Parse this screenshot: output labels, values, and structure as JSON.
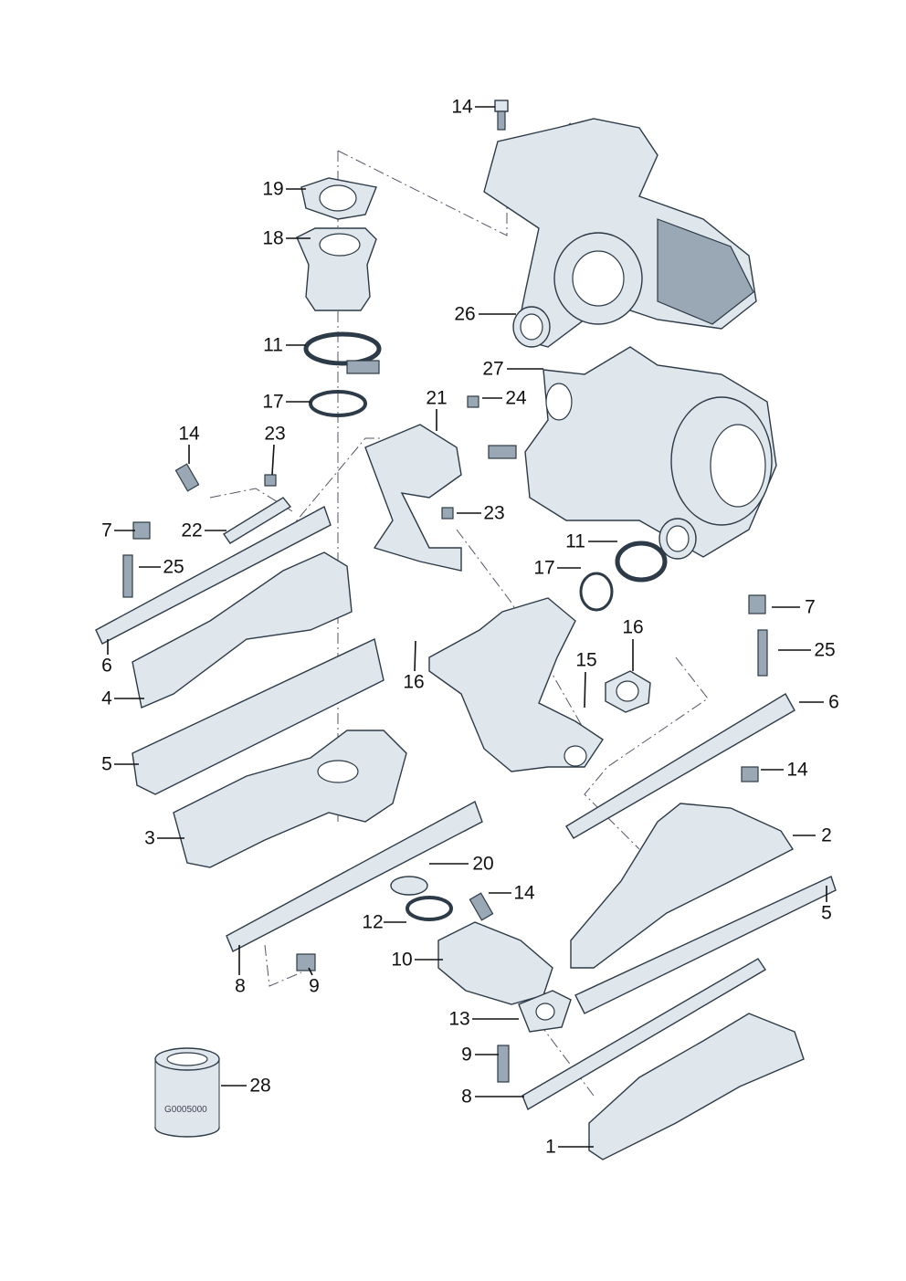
{
  "diagram": {
    "callouts": [
      "14",
      "19",
      "18",
      "11",
      "17",
      "26",
      "27",
      "21",
      "24",
      "14",
      "23",
      "23",
      "7",
      "22",
      "25",
      "11",
      "17",
      "16",
      "7",
      "25",
      "6",
      "4",
      "16",
      "15",
      "6",
      "5",
      "14",
      "3",
      "2",
      "20",
      "14",
      "5",
      "12",
      "10",
      "8",
      "9",
      "13",
      "9",
      "8",
      "28",
      "1"
    ],
    "part_stamp": "G0005000"
  }
}
